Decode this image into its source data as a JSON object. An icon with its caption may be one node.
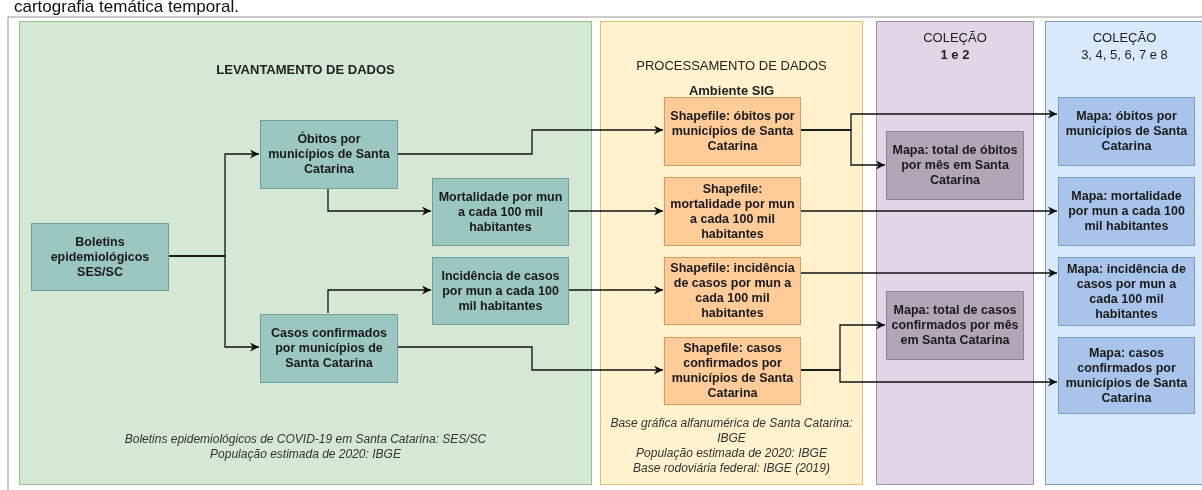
{
  "diagram": {
    "nodes": [
      {
        "text": [
          "LEVANTAMENTO DE DADOS",
          "Boletins epidemiológicos de COVID-19 em Santa Catarina: SES/SC",
          "População estimada de 2020: IBGE"
        ]
      },
      {
        "text": [
          "Boletins epidemiológicos SES/SC"
        ],
        "in": 0
      },
      {
        "text": [
          "Óbitos por municípios de Santa Catarina"
        ],
        "in": 0
      },
      {
        "text": [
          "Mortalidade por mun a cada 100 mil habitantes"
        ],
        "in": 0
      },
      {
        "text": [
          "Incidência de casos por mun a cada 100 mil habitantes"
        ],
        "in": 0
      },
      {
        "text": [
          "Casos confirmados por municípios de Santa Catarina"
        ],
        "in": 0
      },
      {
        "text": [
          "PROCESSAMENTO DE DADOS",
          "Ambiente SIG",
          "Base gráfica alfanumérica de Santa Catarina: IBGE",
          "População estimada de 2020: IBGE",
          "Base rodoviária federal: IBGE (2019)"
        ]
      },
      {
        "text": [
          "Shapefile: óbitos por municípios de Santa Catarina"
        ],
        "in": 6
      },
      {
        "text": [
          "Shapefile: mortalidade por mun a cada 100 mil habitantes"
        ],
        "in": 6
      },
      {
        "text": [
          "Shapefile: incidência de casos por mun a cada 100 mil habitantes"
        ],
        "in": 6
      },
      {
        "text": [
          "Shapefile: casos confirmados por municípios de Santa Catarina"
        ],
        "in": 6
      },
      {
        "text": [
          "COLEÇÃO",
          "1 e 2"
        ]
      },
      {
        "text": [
          "Mapa: total de óbitos por mês em Santa Catarina"
        ],
        "in": 11
      },
      {
        "text": [
          "Mapa: total de casos confirmados por mês em Santa Catarina"
        ],
        "in": 11
      },
      {
        "text": [
          "COLEÇÃO",
          "3, 4, 5, 6, 7 e 8"
        ]
      },
      {
        "text": [
          "Mapa: óbitos por municípios de Santa Catarina"
        ],
        "in": 14
      },
      {
        "text": [
          "Mapa: mortalidade por mun a cada 100 mil habitantes"
        ],
        "in": 14
      },
      {
        "text": [
          "Mapa: incidência de casos por mun a cada 100 mil habitantes"
        ],
        "in": 14
      },
      {
        "text": [
          "Mapa: casos confirmados por municípios de Santa Catarina"
        ],
        "in": 14
      }
    ],
    "edges": [
      {
        "from": 1,
        "to": 2,
        "arrow": "to"
      },
      {
        "from": 1,
        "to": 5,
        "arrow": "to"
      },
      {
        "from": 2,
        "to": 3,
        "arrow": "to"
      },
      {
        "from": 5,
        "to": 4,
        "arrow": "to"
      },
      {
        "from": 2,
        "to": 7,
        "arrow": "to"
      },
      {
        "from": 3,
        "to": 8,
        "arrow": "to"
      },
      {
        "from": 4,
        "to": 9,
        "arrow": "to"
      },
      {
        "from": 5,
        "to": 10,
        "arrow": "to"
      },
      {
        "from": 7,
        "to": 15,
        "arrow": "to"
      },
      {
        "from": 7,
        "to": 12,
        "arrow": "to"
      },
      {
        "from": 8,
        "to": 16,
        "arrow": "to"
      },
      {
        "from": 9,
        "to": 17,
        "arrow": "to"
      },
      {
        "from": 10,
        "to": 13,
        "arrow": "to"
      },
      {
        "from": 10,
        "to": 18,
        "arrow": "to"
      }
    ],
    "labels": [
      "cartografia temática temporal."
    ]
  }
}
